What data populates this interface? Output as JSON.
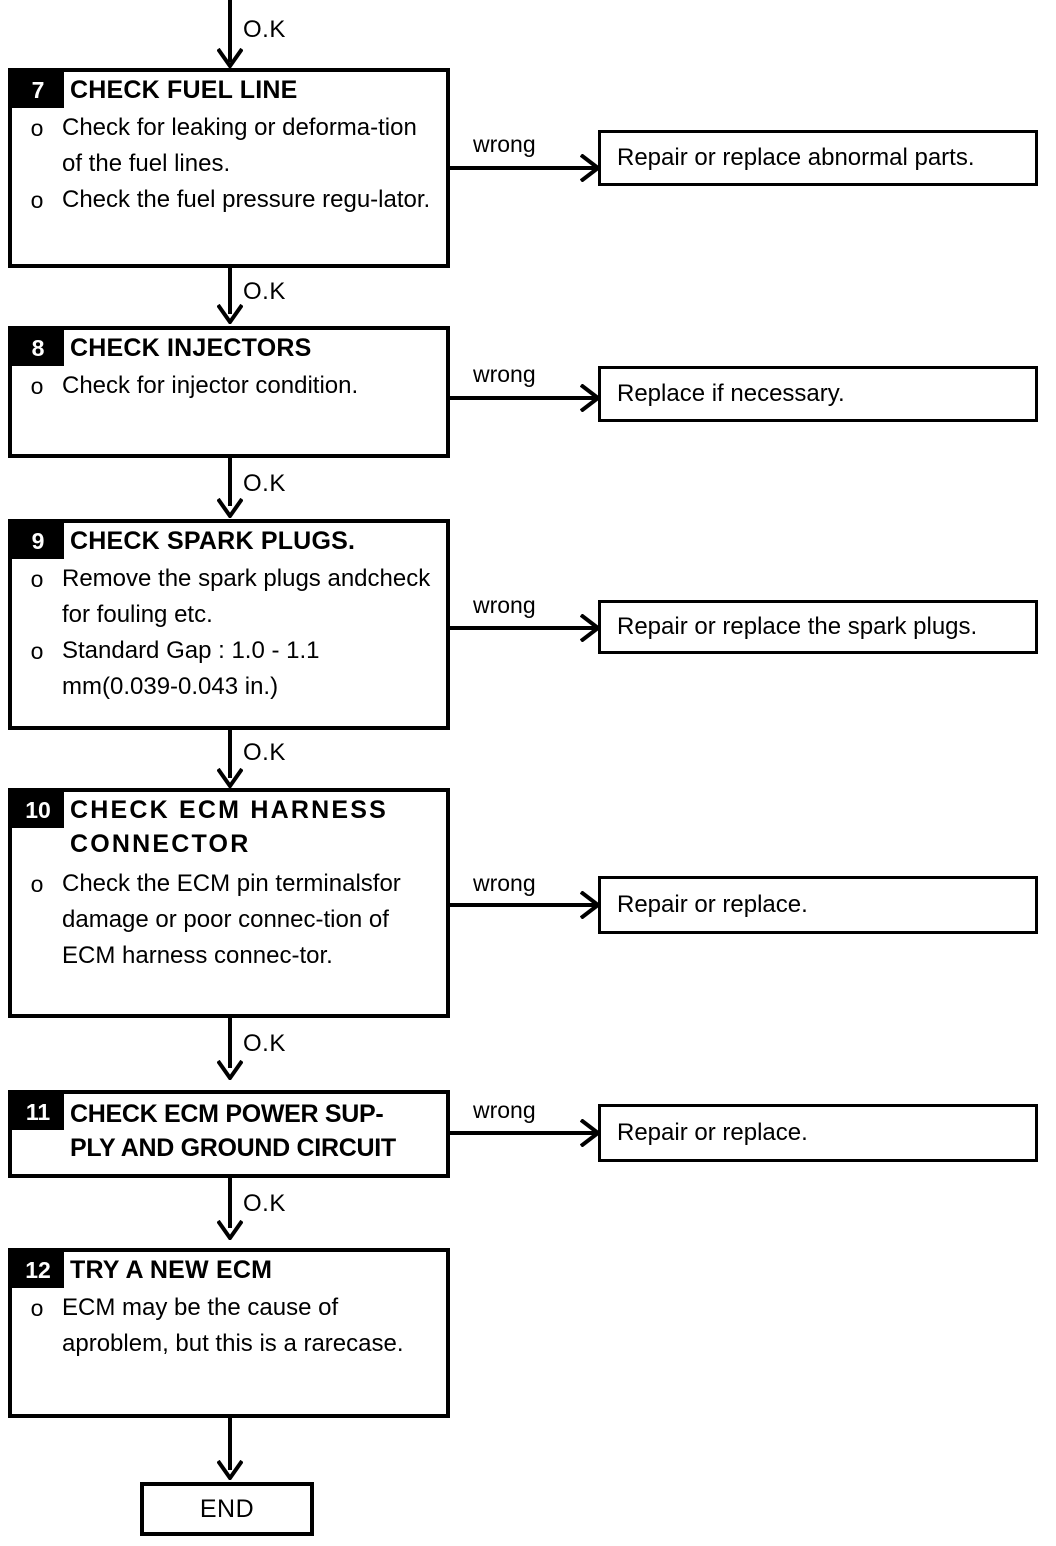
{
  "diagram": {
    "title": "Engine diagnostic troubleshooting flowchart (steps 7-12)",
    "ok_label": "O.K",
    "wrong_label": "wrong",
    "end_label": "END",
    "bullet_glyph": "o",
    "colors": {
      "ink": "#000000",
      "paper": "#ffffff",
      "badge_background": "#000000",
      "badge_text": "#ffffff"
    }
  },
  "steps": [
    {
      "number": "7",
      "title": "CHECK FUEL LINE",
      "items": [
        "Check for leaking or deforma-tion of the fuel lines.",
        "Check the fuel pressure regu-lator."
      ],
      "item_lines": [
        [
          "Check for leaking or deforma-",
          "tion of the fuel lines."
        ],
        [
          "Check the fuel pressure regu-",
          "lator."
        ]
      ],
      "result": "Repair or replace abnormal parts."
    },
    {
      "number": "8",
      "title": "CHECK INJECTORS",
      "items": [
        "Check for injector condition."
      ],
      "item_lines": [
        [
          "Check for injector condition."
        ]
      ],
      "result": "Replace if necessary."
    },
    {
      "number": "9",
      "title": "CHECK SPARK PLUGS.",
      "items": [
        "Remove the spark plugs and check for fouling etc.",
        "Standard Gap : 1.0 - 1.1 mm (0.039-0.043 in.)"
      ],
      "item_lines": [
        [
          "Remove the spark plugs and",
          "check for fouling etc."
        ],
        [
          "Standard Gap : 1.0 - 1.1 mm",
          "(0.039-0.043 in.)"
        ]
      ],
      "result": "Repair or replace the spark plugs."
    },
    {
      "number": "10",
      "title": "CHECK ECM HARNESS CONNECTOR",
      "title_lines": [
        "CHECK  ECM  HARNESS",
        "CONNECTOR"
      ],
      "items": [
        "Check the ECM pin terminals for damage or poor connec-tion of ECM harness connec-tor."
      ],
      "item_lines": [
        [
          "Check the ECM pin terminals",
          "for damage or poor connec-",
          "tion of ECM harness connec-",
          "tor."
        ]
      ],
      "result": "Repair or replace."
    },
    {
      "number": "11",
      "title": "CHECK ECM POWER SUPPLY AND GROUND CIRCUIT",
      "title_lines": [
        "CHECK ECM POWER SUP-",
        "PLY AND GROUND CIRCUIT"
      ],
      "items": [],
      "item_lines": [],
      "result": "Repair or replace."
    },
    {
      "number": "12",
      "title": "TRY A NEW ECM",
      "items": [
        "ECM may be the cause of a problem, but this is a rare case."
      ],
      "item_lines": [
        [
          "ECM may be the cause of a",
          "problem,  but  this  is  a  rare",
          "case."
        ]
      ],
      "result": null
    }
  ]
}
